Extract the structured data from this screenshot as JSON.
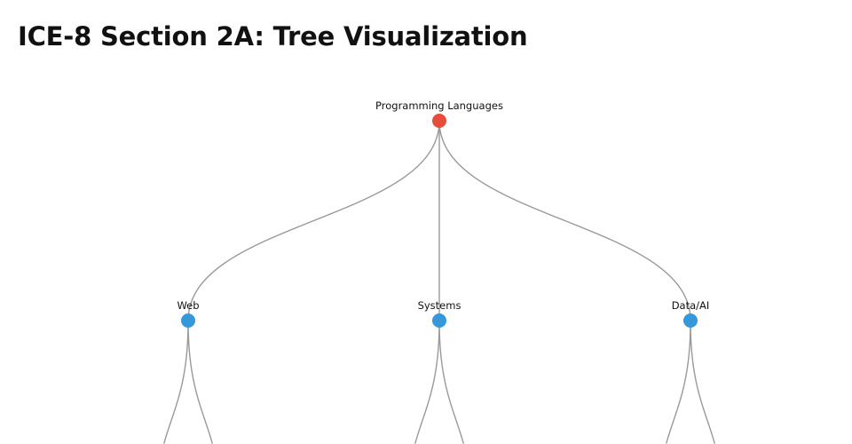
{
  "page_title": "ICE-8 Section 2A: Tree Visualization",
  "colors": {
    "root_node": "#e74c3c",
    "child_node": "#3498db",
    "link": "#999999"
  },
  "tree": {
    "name": "Programming Languages",
    "children": [
      {
        "name": "Web",
        "leaf_count": 2
      },
      {
        "name": "Systems",
        "leaf_count": 2
      },
      {
        "name": "Data/AI",
        "leaf_count": 2
      }
    ]
  }
}
